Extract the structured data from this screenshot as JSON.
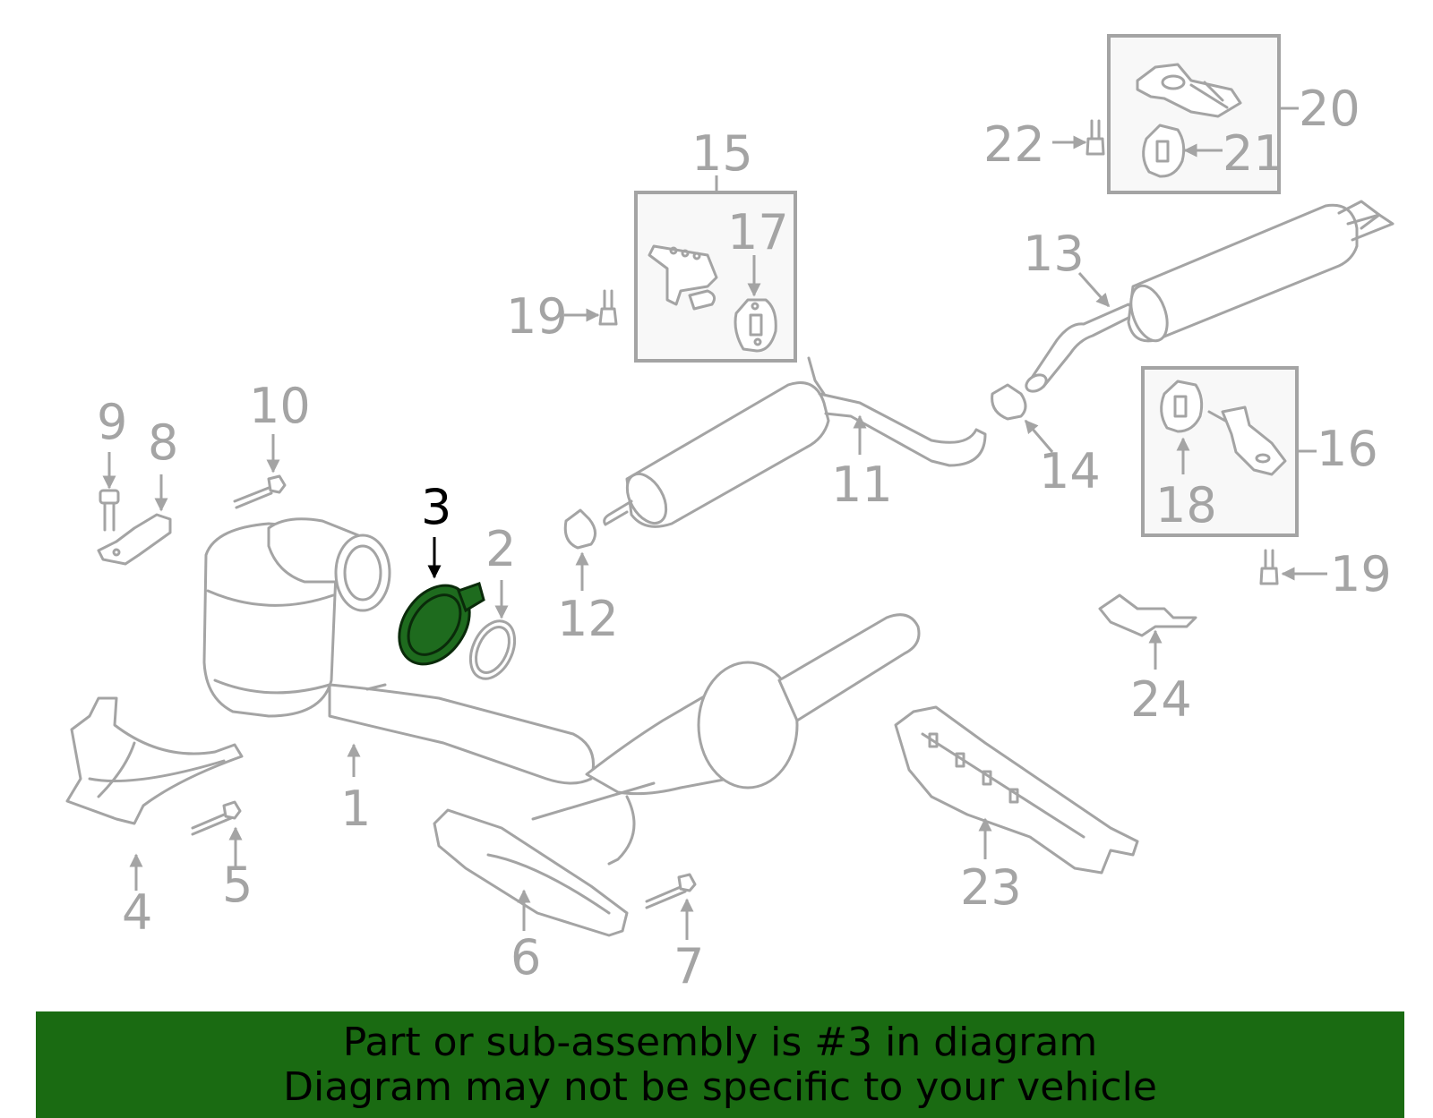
{
  "diagram": {
    "highlighted_part": "3",
    "callouts": {
      "c1": "1",
      "c2": "2",
      "c3": "3",
      "c4": "4",
      "c5": "5",
      "c6": "6",
      "c7": "7",
      "c8": "8",
      "c9": "9",
      "c10": "10",
      "c11": "11",
      "c12": "12",
      "c13": "13",
      "c14": "14",
      "c15": "15",
      "c16": "16",
      "c17": "17",
      "c18": "18",
      "c19a": "19",
      "c19b": "19",
      "c20": "20",
      "c21": "21",
      "c22": "22",
      "c23": "23",
      "c24": "24"
    },
    "colors": {
      "line": "#a4a4a4",
      "highlight": "#1e6b1e",
      "banner": "#1a6b12"
    }
  },
  "banner": {
    "line1": "Part or sub-assembly is #3 in diagram",
    "line2": "Diagram may not be specific to your vehicle"
  }
}
